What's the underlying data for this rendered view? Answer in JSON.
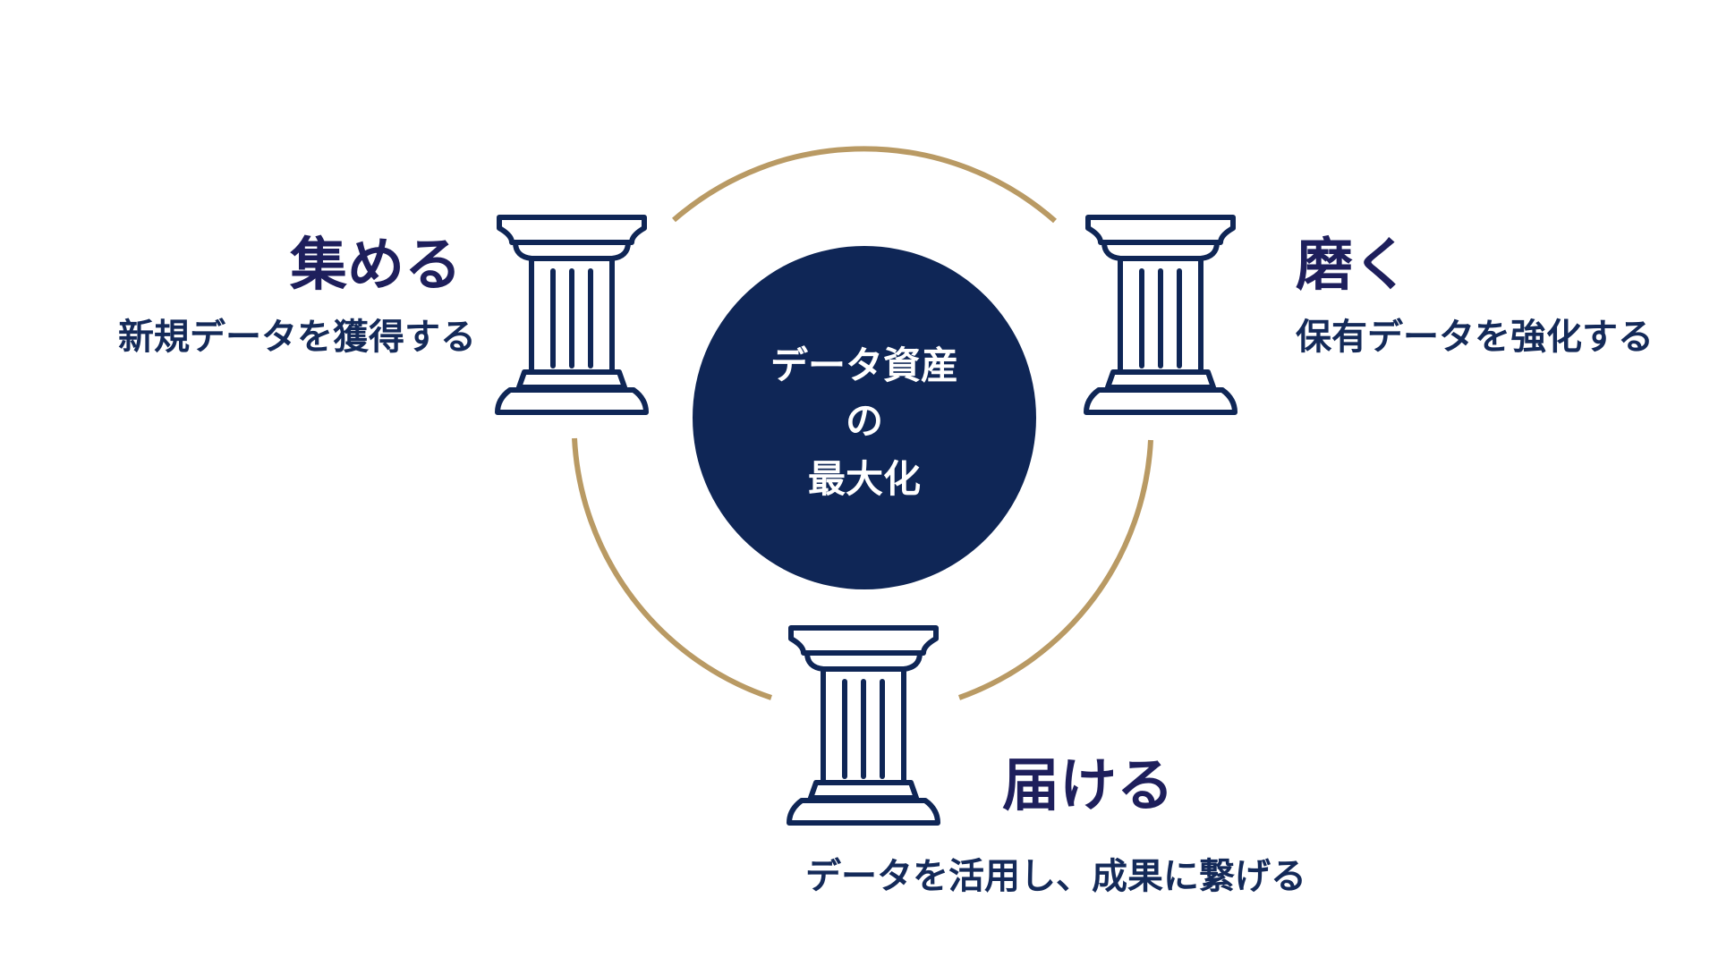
{
  "center": {
    "line1": "データ資産",
    "line2": "の",
    "line3": "最大化"
  },
  "stages": [
    {
      "title": "集める",
      "description": "新規データを獲得する"
    },
    {
      "title": "磨く",
      "description": "保有データを強化する"
    },
    {
      "title": "届ける",
      "description": "データを活用し、成果に繋げる"
    }
  ],
  "colors": {
    "navy": "#0f2656",
    "gold": "#b99a64",
    "title_text": "#1e1f5c",
    "sub_text": "#142a59"
  },
  "icons": {
    "pillar": "pillar-icon"
  }
}
